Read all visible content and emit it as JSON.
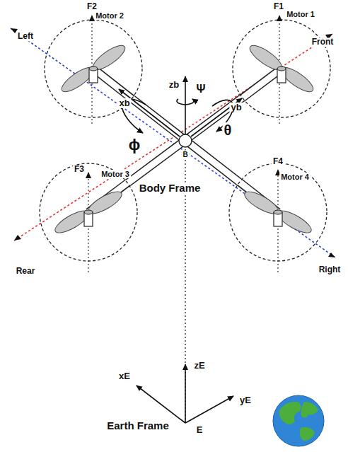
{
  "diagram": {
    "nodes": [
      {
        "text": [
          "Motor 2"
        ]
      },
      {
        "text": [
          "Motor 1"
        ]
      },
      {
        "text": [
          "Motor 3"
        ]
      },
      {
        "text": [
          "Motor 4"
        ]
      }
    ],
    "edges": [
      {
        "from": 1,
        "to": 2,
        "arrow": "none"
      },
      {
        "from": 0,
        "to": 3,
        "arrow": "none"
      }
    ],
    "labels": [
      "F2",
      "Left",
      "F1",
      "Front",
      "zb",
      "Ψ",
      "xb",
      "yb",
      "ϕ",
      "θ",
      "F3",
      "F4",
      "B",
      "Body Frame",
      "Rear",
      "Right",
      "xE",
      "zE",
      "yE",
      "Earth Frame",
      "E"
    ]
  }
}
